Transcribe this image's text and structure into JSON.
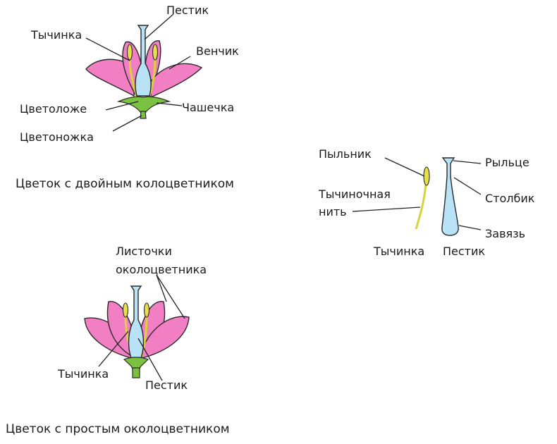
{
  "flower1": {
    "labels": {
      "pestik": "Пестик",
      "tychinka": "Тычинка",
      "venchik": "Венчик",
      "tsvetolozhe": "Цветоложе",
      "chashechka": "Чашечка",
      "tsvetonozhka": "Цветоножка"
    },
    "caption": "Цветок с двойным колоцветником"
  },
  "parts": {
    "labels": {
      "pylnik": "Пыльник",
      "rylce": "Рыльце",
      "tychinochnaya_line1": "Тычиночная",
      "tychinochnaya_line2": "нить",
      "stolbik": "Столбик",
      "zavyaz": "Завязь",
      "tychinka": "Тычинка",
      "pestik": "Пестик"
    }
  },
  "flower2": {
    "labels": {
      "listochki_line1": "Листочки",
      "listochki_line2": "околоцветника",
      "tychinka": "Тычинка",
      "pestik": "Пестик"
    },
    "caption": "Цветок с простым околоцветником"
  },
  "colors": {
    "petal": "#f27fc4",
    "pistil": "#b9e2f6",
    "stamen": "#e6e04a",
    "receptacle": "#7cc242"
  }
}
